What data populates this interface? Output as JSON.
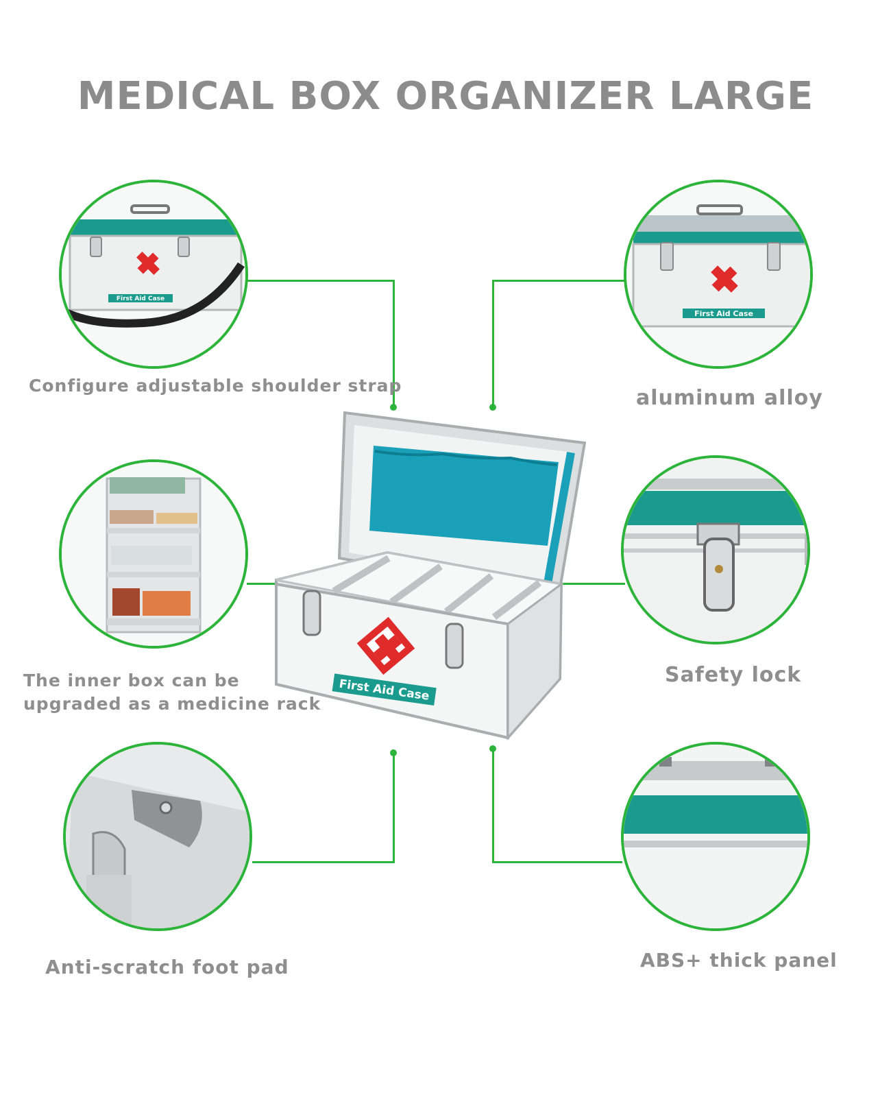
{
  "title": "MEDICAL BOX ORGANIZER LARGE",
  "case_label": "First Aid Case",
  "features": {
    "top_left": "Configure adjustable shoulder strap",
    "top_right": "aluminum alloy",
    "mid_left_line1": "The inner box can be",
    "mid_left_line2": "upgraded as a medicine rack",
    "mid_right": "Safety lock",
    "bottom_left": "Anti-scratch foot pad",
    "bottom_right": "ABS+ thick panel"
  },
  "colors": {
    "accent_green": "#2cb43a",
    "teal": "#1a9b8e",
    "caption_grey": "#8e8e8e",
    "cross_red": "#e02b2b"
  }
}
